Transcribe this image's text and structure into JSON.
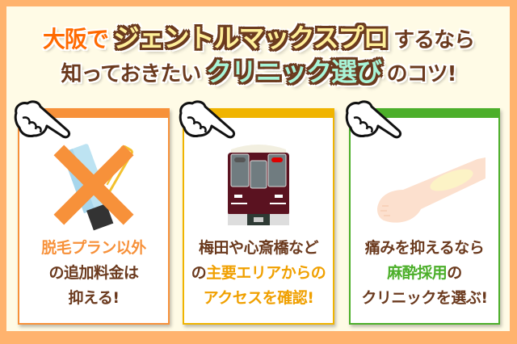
{
  "headline": {
    "line1": {
      "prefix": "大阪で",
      "highlight": "ジェントルマックスプロ",
      "suffix": "するなら"
    },
    "line2": {
      "prefix": "知っておきたい",
      "highlight": "クリニック選び",
      "suffix": "のコツ!"
    }
  },
  "cards": [
    {
      "accent_color": "#F7913A",
      "illustration": "crossed-out-razor-and-cream",
      "caption": {
        "line1_highlight": "脱毛プラン以外",
        "line2": "の追加料金は",
        "line3": "抑える!"
      }
    },
    {
      "accent_color": "#F0B400",
      "illustration": "train-front",
      "caption": {
        "line1": "梅田や心斎橋など",
        "line2_prefix": "の",
        "line2_highlight": "主要エリアからの",
        "line3_highlight": "アクセスを確認!"
      }
    },
    {
      "accent_color": "#4CAF2A",
      "illustration": "arm-with-numbing-cream",
      "caption": {
        "line1": "痛みを抑えるなら",
        "line2_highlight": "麻酔採用",
        "line2_suffix": "の",
        "line3": "クリニックを選ぶ!"
      }
    }
  ],
  "colors": {
    "frame": "#FFB36E",
    "background": "#FFFBE6",
    "text_brown": "#6B3A1E",
    "title_orange": "#FF6A00",
    "title_yellow": "#FFF09A",
    "title_mint": "#A8F5D8"
  }
}
